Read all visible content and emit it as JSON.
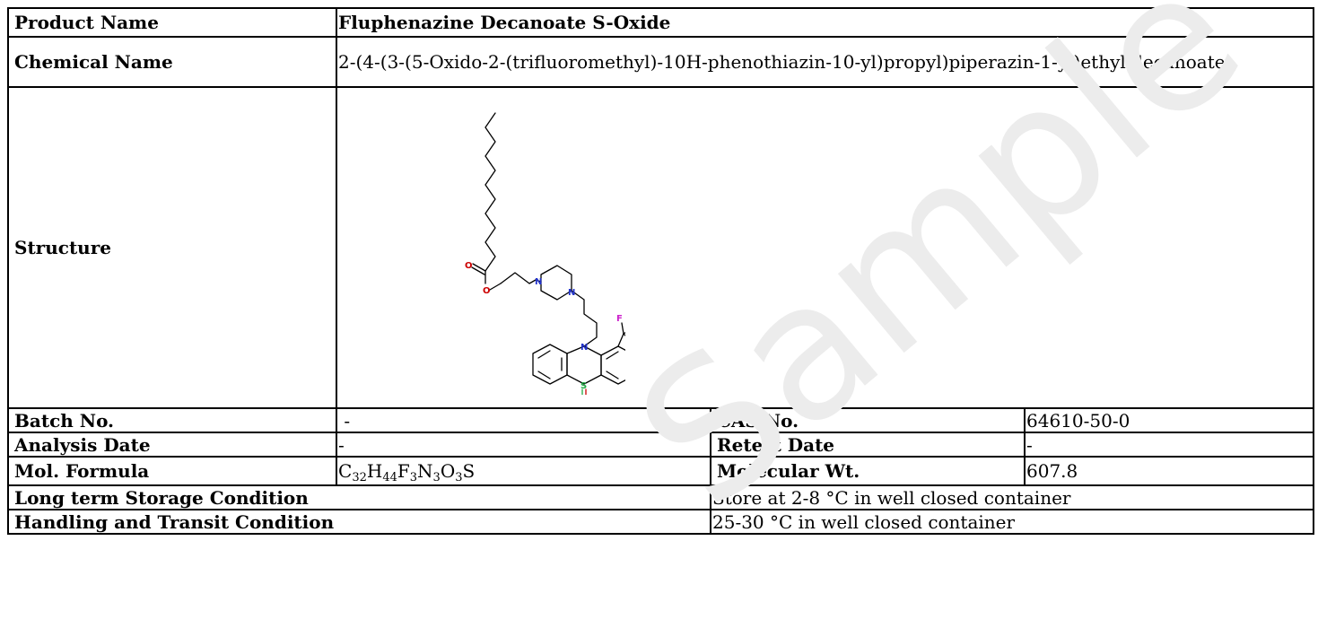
{
  "labels": {
    "product_name": "Product Name",
    "chemical_name": "Chemical Name",
    "structure": "Structure",
    "batch_no": "Batch No.",
    "cas_no": "CAS No.",
    "analysis_date": "Analysis Date",
    "retest_date": "Retest Date",
    "mol_formula": "Mol. Formula",
    "molecular_wt": "Molecular Wt.",
    "long_term_storage": "Long term Storage Condition",
    "handling_transit": "Handling and Transit Condition"
  },
  "values": {
    "product_name": "Fluphenazine Decanoate S-Oxide",
    "chemical_name": "2-(4-(3-(5-Oxido-2-(trifluoromethyl)-10H-phenothiazin-10-yl)propyl)piperazin-1-yl)ethyl decanoate",
    "batch_no": "-",
    "cas_no": "64610-50-0",
    "analysis_date": "-",
    "retest_date": "-",
    "mol_formula": {
      "c": "C",
      "c_n": "32",
      "h": "H",
      "h_n": "44",
      "f": "F",
      "f_n": "3",
      "n": "N",
      "n_n": "3",
      "o": "O",
      "o_n": "3",
      "s": "S"
    },
    "molecular_wt": "607.8",
    "long_term_storage": "Store at 2-8 °C in well closed container",
    "handling_transit": "25-30 °C in well closed container"
  },
  "structure_atoms": {
    "carbonyl_o": "O",
    "ester_o": "O",
    "n1": "N",
    "n2": "N",
    "n_ring": "N",
    "s": "S",
    "s_oxide_o": "O",
    "f1": "F",
    "f2": "F",
    "f3": "F"
  },
  "colors": {
    "oxygen": "#cc0000",
    "nitrogen": "#2233cc",
    "sulfur": "#22aa44",
    "fluorine": "#cc22cc",
    "watermark": "#e8e8e8"
  },
  "watermark": {
    "text": "Sample COA"
  }
}
